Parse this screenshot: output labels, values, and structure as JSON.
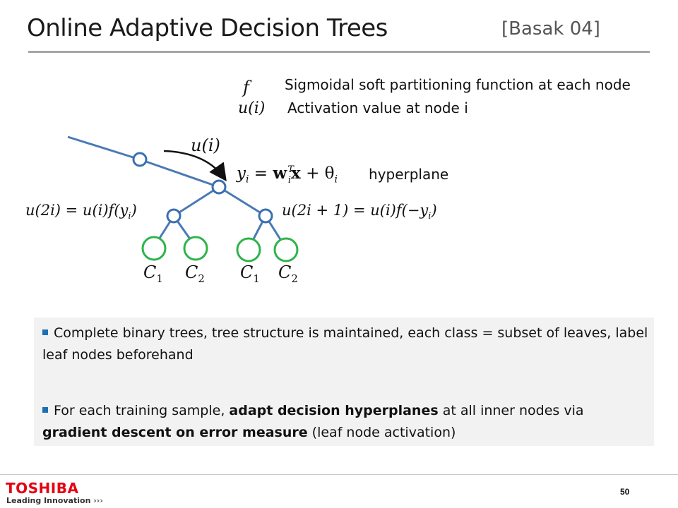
{
  "slide": {
    "title": "Online Adaptive Decision Trees",
    "citation": "[Basak 04]",
    "page_number": "50"
  },
  "legend": [
    {
      "symbol": "f",
      "text": "Sigmoidal soft partitioning function at each node"
    },
    {
      "symbol": "u(i)",
      "text": "Activation value at node i"
    }
  ],
  "diagram": {
    "edge_color": "#4a7ab5",
    "inner_node_stroke": "#3a6fb0",
    "leaf_stroke": "#2fb34a",
    "arrow_label": "u(i)",
    "hyperplane_label": "hyperplane",
    "eq_hyperplane": {
      "lhs": "y",
      "sub": "i",
      "rhs_pre": " = ",
      "w": "w",
      "w_sub": "i",
      "w_sup": "T",
      "x": "x",
      "plus": " + θ",
      "theta_sub": "i"
    },
    "eq_left": "u(2i) = u(i)f(y",
    "eq_left_sub": "i",
    "eq_left_end": ")",
    "eq_right": "u(2i + 1) = u(i)f(−y",
    "eq_right_sub": "i",
    "eq_right_end": ")",
    "leaves": [
      {
        "letter": "C",
        "sub": "1"
      },
      {
        "letter": "C",
        "sub": "2"
      },
      {
        "letter": "C",
        "sub": "1"
      },
      {
        "letter": "C",
        "sub": "2"
      }
    ]
  },
  "bullets": {
    "item1": {
      "text": "Complete binary trees, tree structure is maintained, each class = subset of leaves, label leaf nodes beforehand"
    },
    "item2": {
      "pre": "For each training sample, ",
      "bold1": "adapt decision hyperplanes",
      "mid": " at all inner nodes  via ",
      "bold2": "gradient descent on error measure",
      "post": " (leaf node activation)"
    }
  },
  "footer": {
    "logo": "TOSHIBA",
    "tagline": "Leading Innovation",
    "tagline_arrows": "›››",
    "logo_color": "#e60012"
  }
}
